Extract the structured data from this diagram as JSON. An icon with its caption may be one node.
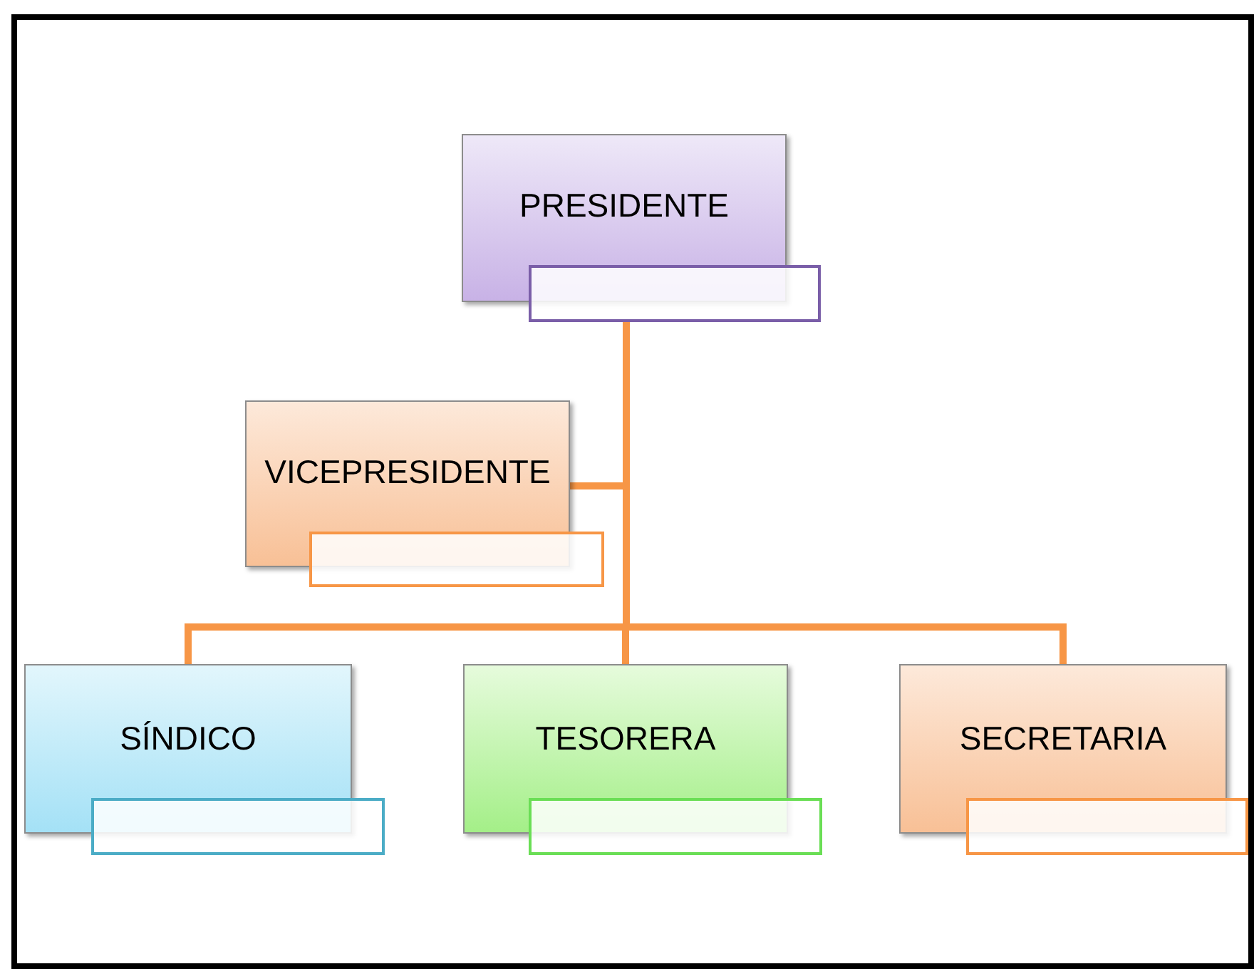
{
  "diagram": {
    "nodes": [
      {
        "text": [
          "PRESIDENTE"
        ]
      },
      {
        "text": [],
        "shape": "box"
      },
      {
        "text": [
          "VICEPRESIDENTE"
        ]
      },
      {
        "text": [],
        "shape": "box"
      },
      {
        "text": [
          "SÍNDICO"
        ]
      },
      {
        "text": [],
        "shape": "box"
      },
      {
        "text": [
          "TESORERA"
        ]
      },
      {
        "text": [],
        "shape": "box"
      },
      {
        "text": [
          "SECRETARIA"
        ]
      },
      {
        "text": [],
        "shape": "box"
      }
    ],
    "edges": [
      {
        "from": 1,
        "to": 2,
        "arrow": "none"
      },
      {
        "from": 1,
        "to": 4,
        "arrow": "none"
      },
      {
        "from": 1,
        "to": 6,
        "arrow": "none"
      },
      {
        "from": 1,
        "to": 8,
        "arrow": "none"
      }
    ]
  }
}
